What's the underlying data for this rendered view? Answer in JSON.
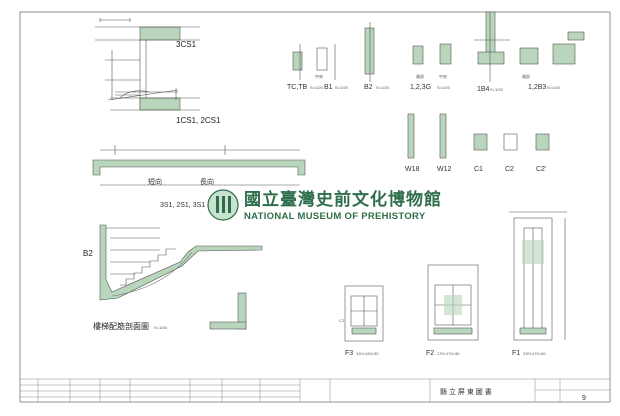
{
  "labels": {
    "cs_top": "3CS1",
    "cs_bottom": "1CS1, 2CS1",
    "tc_tb": "TC,TB",
    "tc_tb_scale": "S=1/20",
    "b1": "B1",
    "b1_scale": "S=1/20",
    "b2_top": "B2",
    "b2_top_scale": "S=1/20",
    "g123": "1,2,3G",
    "g123_scale": "S=1/20",
    "b4": "1B4",
    "b4_scale": "S=1/20",
    "b123": "1,2B3",
    "b123_scale": "S=1/20",
    "sub_a": "中央",
    "sub_b": "端部",
    "sub_c": "中央",
    "sub_d": "端部",
    "w18": "W18",
    "w12": "W12",
    "c1": "C1",
    "c2": "C2",
    "c2p": "C2'",
    "short_dir": "短向",
    "long_dir": "長向",
    "slab_codes": "3S1, 2S1, 3S1",
    "b2_stair": "B2",
    "stair_title": "樓梯配筋剖面圖",
    "stair_scale": "S=1/30",
    "f3": "F3",
    "f3_dims": "120×120×30",
    "f2": "F2",
    "f2_dims": "170×170×30",
    "f1": "F1",
    "f1_dims": "230×170×30",
    "c2_tag": "C2"
  },
  "watermark": {
    "chinese": "國立臺灣史前文化博物館",
    "english": "NATIONAL MUSEUM OF PREHISTORY"
  },
  "title_block": {
    "project_title": "縣 立 屏 東 圖 書",
    "sheet_no": "9"
  },
  "colors": {
    "concrete": "#b9d6bc",
    "line": "#4a4a4a",
    "brand": "#2e6e4a"
  }
}
